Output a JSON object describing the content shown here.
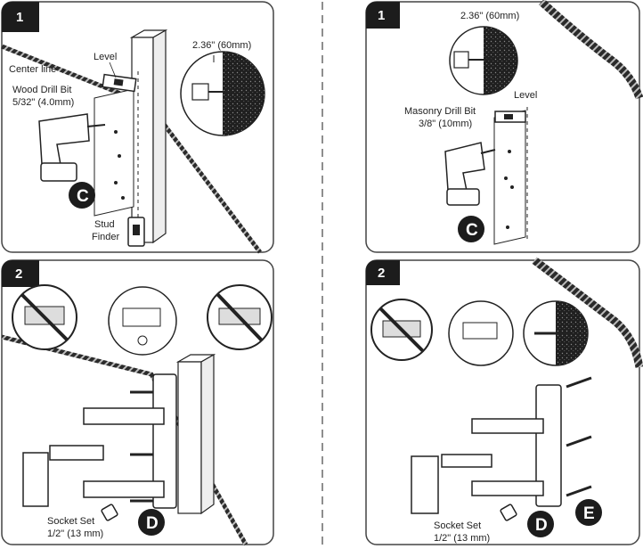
{
  "panels": {
    "top_left": {
      "step": "1",
      "center_line": "Center line",
      "level": "Level",
      "drill_bit_line1": "Wood Drill Bit",
      "drill_bit_line2": "5/32\" (4.0mm)",
      "depth": "2.36\" (60mm)",
      "stud_finder_line1": "Stud",
      "stud_finder_line2": "Finder",
      "marker": "C"
    },
    "top_right": {
      "step": "1",
      "depth": "2.36\" (60mm)",
      "level": "Level",
      "drill_bit_line1": "Masonry Drill Bit",
      "drill_bit_line2": "3/8\" (10mm)",
      "marker": "C"
    },
    "bottom_left": {
      "step": "2",
      "socket_line1": "Socket Set",
      "socket_line2": "1/2\" (13 mm)",
      "marker": "D"
    },
    "bottom_right": {
      "step": "2",
      "socket_line1": "Socket Set",
      "socket_line2": "1/2\" (13 mm)",
      "marker_d": "D",
      "marker_e": "E"
    }
  },
  "colors": {
    "ink": "#222222",
    "badge": "#1c1c1c",
    "frame": "#444444",
    "masonry": "#2a2a2a"
  }
}
